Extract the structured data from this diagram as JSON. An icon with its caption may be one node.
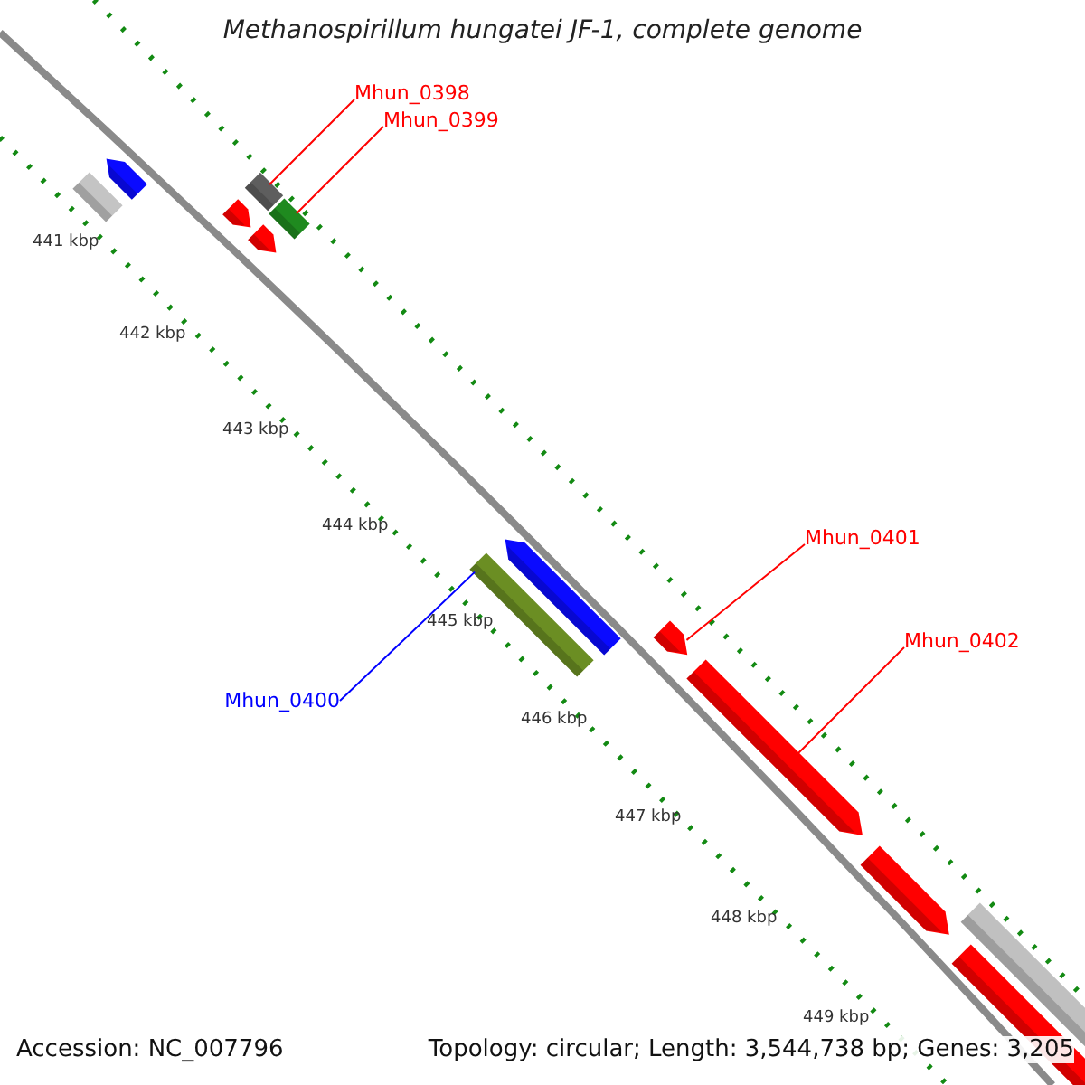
{
  "diagram": {
    "title": "Methanospirillum hungatei JF-1, complete genome",
    "nodes": [
      {
        "text": [
          "Mhun_0398"
        ]
      },
      {
        "text": [
          "Mhun_0399"
        ]
      },
      {
        "text": [
          "Mhun_0401"
        ]
      },
      {
        "text": [
          "Mhun_0402"
        ]
      },
      {
        "text": [
          "Mhun_0400"
        ]
      },
      {
        "text": [],
        "shape": "bar"
      },
      {
        "text": [],
        "shape": "arrow"
      },
      {
        "text": [],
        "shape": "arrow"
      },
      {
        "text": [],
        "shape": "arrow"
      },
      {
        "text": [],
        "shape": "bar"
      },
      {
        "text": [],
        "shape": "bar"
      },
      {
        "text": [],
        "shape": "bar"
      },
      {
        "text": [],
        "shape": "arrow"
      },
      {
        "text": [],
        "shape": "arrow"
      },
      {
        "text": [],
        "shape": "arrow"
      },
      {
        "text": [],
        "shape": "arrow"
      },
      {
        "text": [],
        "shape": "bar"
      },
      {
        "text": [],
        "shape": "bar"
      }
    ],
    "edges": [
      {
        "from": 0,
        "to": 9,
        "arrow": "none"
      },
      {
        "from": 1,
        "to": 10,
        "arrow": "none"
      },
      {
        "from": 2,
        "to": 13,
        "arrow": "none"
      },
      {
        "from": 3,
        "to": 14,
        "arrow": "none"
      },
      {
        "from": 4,
        "to": 11,
        "arrow": "none",
        "color": "#0000ff"
      }
    ],
    "labels": [
      "441 kbp",
      "442 kbp",
      "443 kbp",
      "444 kbp",
      "445 kbp",
      "446 kbp",
      "447 kbp",
      "448 kbp",
      "449 kbp",
      "Accession: NC_007796",
      "Topology: circular; Length: 3,544,738 bp; Genes: 3,205"
    ]
  }
}
